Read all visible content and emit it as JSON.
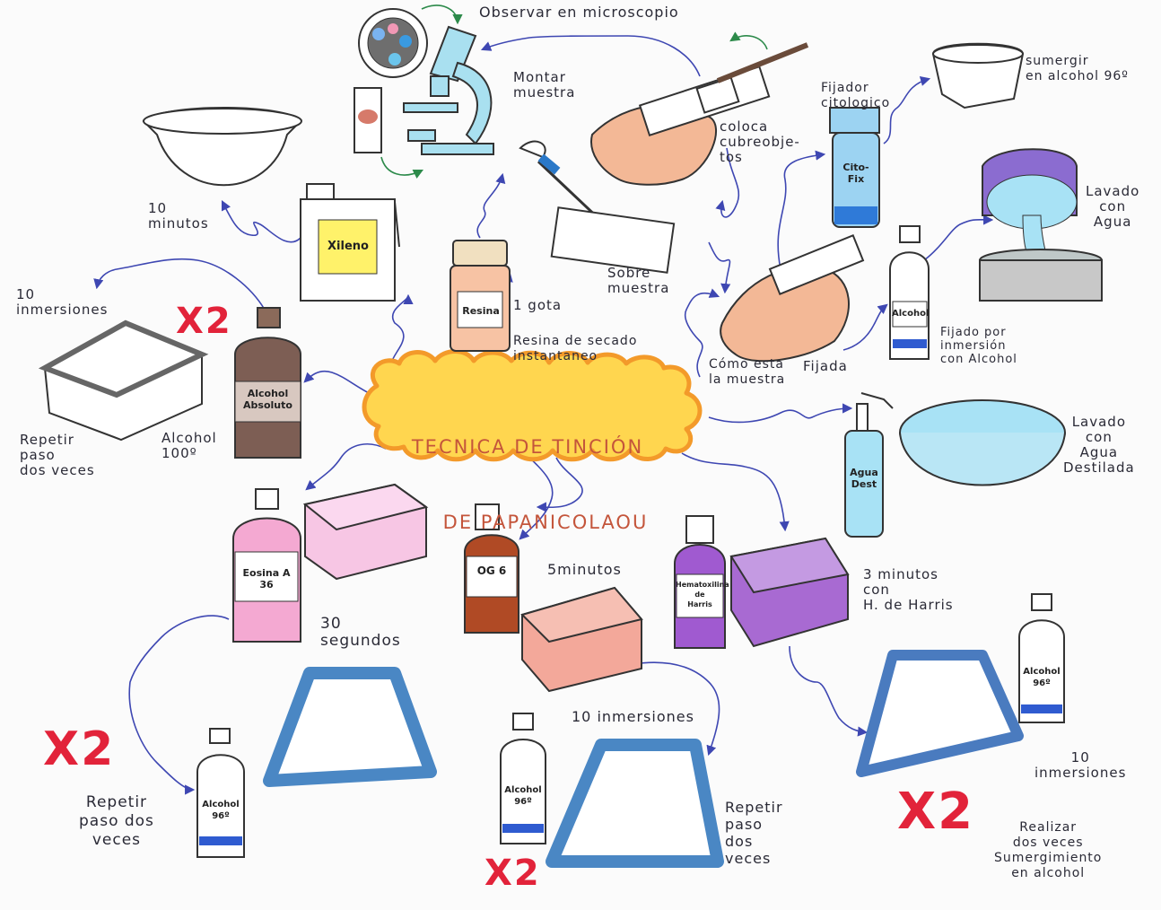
{
  "title": {
    "line1": "TECNICA DE TINCIÓN",
    "line2": "DE PAPANICOLAOU"
  },
  "colors": {
    "title_fill": "#ffd64f",
    "title_border": "#f39a2a",
    "arrow": "#3e47b2",
    "green_arrow": "#2c8a4a",
    "red_mark": "#e2233a",
    "xilene_yellow": "#fff26a",
    "eosin_pink": "#f4a9d2",
    "og6_orange": "#e77a5a",
    "hematoxylin_purple": "#a05ad0",
    "alcohol_blue": "#2f5bd0",
    "water_blue": "#a8e2f5"
  },
  "labels": {
    "observe": "Observar en microscopio",
    "mount": "Montar\nmuestra",
    "coverslip": "coloca\ncubreobje-\ntos",
    "fixative": "Fijador\ncitologico",
    "immerse96": "sumergir\nen alcohol 96º",
    "wash_water": "Lavado\ncon\nAgua",
    "on_sample": "Sobre\nmuestra",
    "one_drop": "1 gota",
    "resin_desc": "Resina de secado\ninstantaneo",
    "how_fixed": "Cómo esta\nla muestra",
    "fixed": "Fijada",
    "fixed_alcohol": "Fijado por\ninmersión\ncon Alcohol",
    "ten_min": "10\nminutos",
    "ten_imm_top": "10\ninmersiones",
    "repeat_left": "Repetir\npaso\ndos veces",
    "alcohol100": "Alcohol\n100º",
    "wash_dist": "Lavado\ncon\nAgua\nDestilada",
    "thirty_sec": "30\nsegundos",
    "five_min": "5minutos",
    "three_min": "3 minutos\ncon\nH. de Harris",
    "ten_imm_mid": "10 inmersiones",
    "ten_imm_right": "10\ninmersiones",
    "repeat_bl": "Repetir\npaso dos\nveces",
    "repeat_bm": "Repetir\npaso\ndos\nveces",
    "realizar": "Realizar\ndos veces\nSumergimiento\nen alcohol"
  },
  "bottles": {
    "xileno": "Xileno",
    "resina": "Resina",
    "citofix": "Cito-\nFix",
    "alcohol_fix": "Alcohol",
    "alcohol_abs": "Alcohol\nAbsoluto",
    "agua_dest": "Agua\nDest",
    "eosina": "Eosina A\n36",
    "og6": "OG 6",
    "harris": "Hematoxilina\nde\nHarris",
    "alc96_right": "Alcohol\n96º",
    "alc96_left": "Alcohol\n96º",
    "alc96_mid": "Alcohol\n96º"
  },
  "marks": {
    "x2_top": "X2",
    "x2_left": "X2",
    "x2_mid": "X2",
    "x2_right": "X2"
  }
}
